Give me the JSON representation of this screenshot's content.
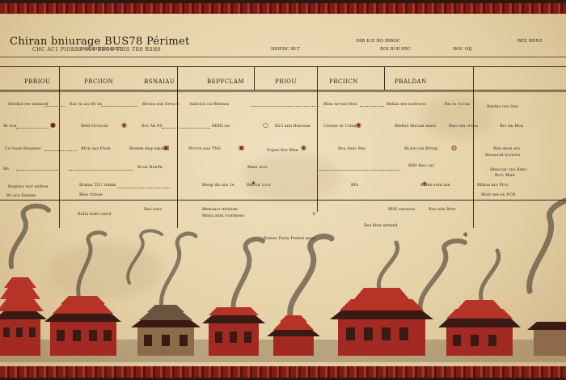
{
  "header": {
    "title": "Chiran bniurage BUS78 Périmet",
    "subtitle": "CHC AC1 PIORRE 0S0 BBOG TBIS TR0 RSH0",
    "tags": [
      "E8B ICE BO IBBOC",
      "BEE BDN5",
      "BOC ECOE1 BOC",
      "BDIERC BLT",
      "BOI B1R PRC",
      "BOC OIJ"
    ]
  },
  "periods": [
    "PBRIOU",
    "PRCIION",
    "BSNAIAU",
    "BEPFCLAM",
    "PRIOU",
    "PRCIICN",
    "PBALDAN"
  ],
  "notes": {
    "row1": [
      "Berdnd rer neiiacdr",
      "Bar rn an rfe bs",
      "Bevan nsn Erra ni",
      "Anhcicn oa Bllemss",
      "Bliss nr noe Ben",
      "Bnlias nrs nodrocis",
      "Bn cn rs ran",
      "Bonlns cns Snu"
    ],
    "row2": [
      "Bt ocn",
      "Beld Nrcucin",
      "Bcr A8 P8",
      "BRID.cai",
      "B23 ann Bracean",
      "Crrsnn rn 11nar",
      "Ble8e3 Bncuat nne3",
      "Bnn ran crsnn",
      "Brc lm Btss"
    ],
    "row3": [
      "Co Gsan Baumies",
      "Btcn uas Pnun",
      "Beamn dng nmsnn",
      "Wcrcn oua TNS",
      "Evpee 8ec Rlsa",
      "Bvu Sesc 8ns",
      "BLAd con Brrng",
      "Bisl ohon ers",
      "Borasctd ncrtorn"
    ],
    "row4": [
      "Bn",
      "Bcon Nsn9n",
      "Bmri acrs",
      "B8lr Beo cac",
      "Bnnocar cns Bdnc",
      "Bcrc Blad"
    ],
    "row5": [
      "Boqrisn wor asdroe",
      "Bralaa TLU rnmm",
      "Biesp dn saa 1e",
      "Bieroa 1ccs",
      "BIS",
      "Bnmn rom ran",
      "Bblioa nrs Prcs"
    ],
    "row6": [
      "Bs acn Emann",
      "Blea rtrnae",
      "Bbiit ten en PCR",
      "Bao narc",
      "Bmnaacr mrdaan",
      "BHS reoeson",
      "Bsa ndn Brnr"
    ],
    "row7": [
      "Bulla nsdt caerd",
      "Bmsa anm rcsnmeso",
      "Bomos Farla Frnlon anaa",
      "Bes blna arnnnd"
    ]
  },
  "colors": {
    "paper": "#e7d5ad",
    "ink": "#2a1a12",
    "temple_red": "#a32a22",
    "roof_red": "#b63328",
    "border_red": "#8a231b"
  }
}
